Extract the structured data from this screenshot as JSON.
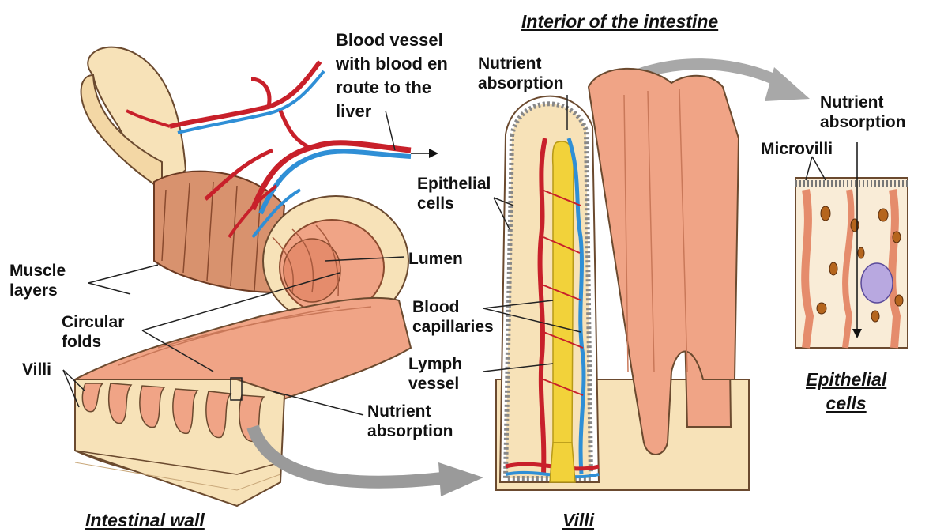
{
  "figure": {
    "titles": {
      "interior": "Interior of the intestine",
      "intestinal_wall": "Intestinal wall",
      "villi": "Villi",
      "epithelial_cells": "Epithelial\ncells"
    },
    "labels": {
      "blood_vessel": "Blood vessel\nwith blood en\nroute to the\nliver",
      "muscle_layers": "Muscle\nlayers",
      "circular_folds": "Circular\nfolds",
      "villi": "Villi",
      "lumen": "Lumen",
      "nutrient_absorption_wall": "Nutrient\nabsorption",
      "nutrient_absorption_villus": "Nutrient\nabsorption",
      "epithelial_cells": "Epithelial\ncells",
      "blood_capillaries": "Blood\ncapillaries",
      "lymph_vessel": "Lymph\nvessel",
      "nutrient_absorption_cell": "Nutrient\nabsorption",
      "microvilli": "Microvilli"
    },
    "colors": {
      "artery": "#c8202a",
      "vein": "#2f8fd6",
      "lymph": "#f2d23a",
      "tissue": "#f0a486",
      "tissue_dark": "#d97a5c",
      "wall_cream": "#f7e2b8",
      "arrow_gray": "#9a9a9a"
    }
  }
}
